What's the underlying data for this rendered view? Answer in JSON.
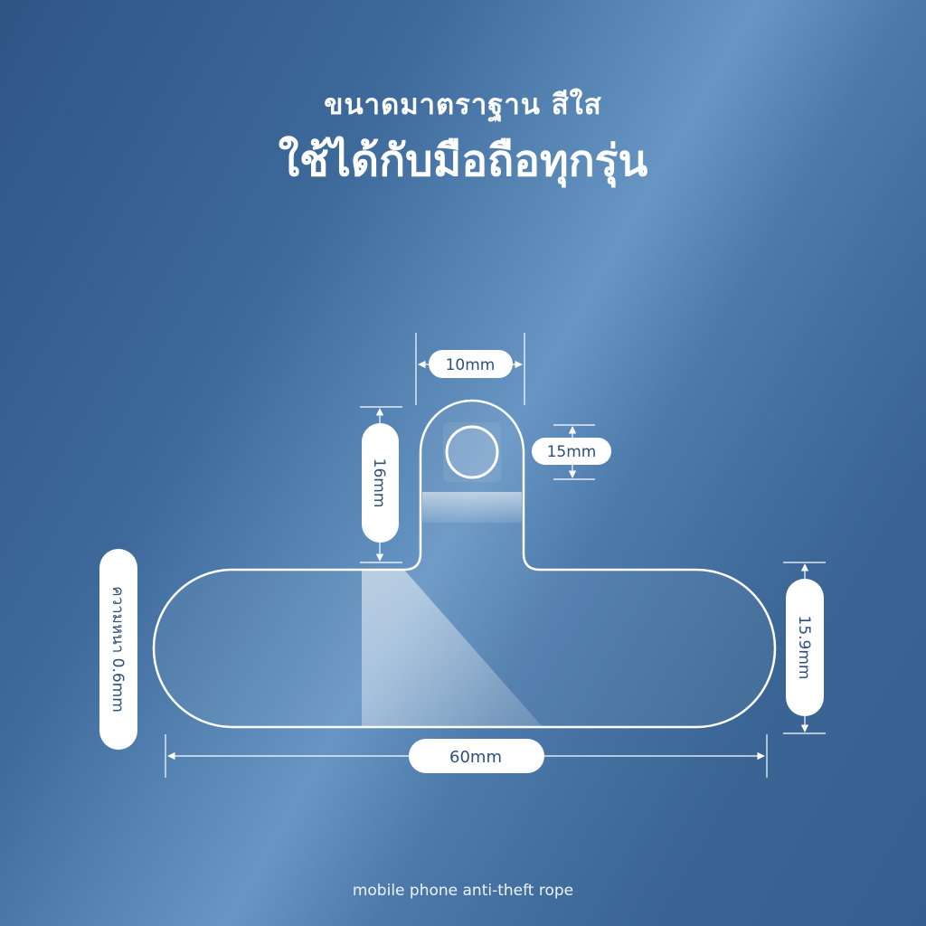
{
  "heading": {
    "line1": "ขนาดมาตราฐาน สีใส",
    "line2": "ใช้ได้กับมือถือทุกรุ่น"
  },
  "dimensions": {
    "tab_width": "10mm",
    "tab_hole": "15mm",
    "tab_height": "16mm",
    "thickness": "ความหนา 0.6mm",
    "body_height": "15.9mm",
    "body_width": "60mm"
  },
  "footer": "mobile phone anti-theft rope"
}
